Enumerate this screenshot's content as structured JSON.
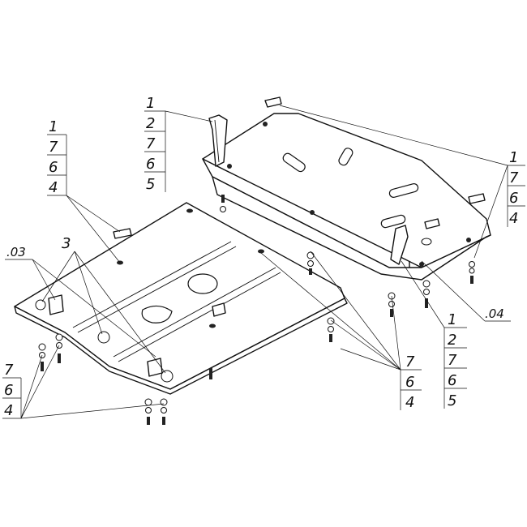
{
  "labels": {
    "top_left_stack": [
      "1",
      "7",
      "6",
      "4"
    ],
    "top_mid_stack": [
      "1",
      "2",
      "7",
      "6",
      "5"
    ],
    "right_stack": [
      "1",
      "7",
      "6",
      "4"
    ],
    "bottom_right_stack": [
      "1",
      "2",
      "7",
      "6",
      "5"
    ],
    "bottom_mid_stack": [
      "7",
      "6",
      "4"
    ],
    "bottom_left_stack": [
      "7",
      "6",
      "4"
    ],
    "part_03": ".03",
    "part_3": "3",
    "part_04": ".04"
  }
}
